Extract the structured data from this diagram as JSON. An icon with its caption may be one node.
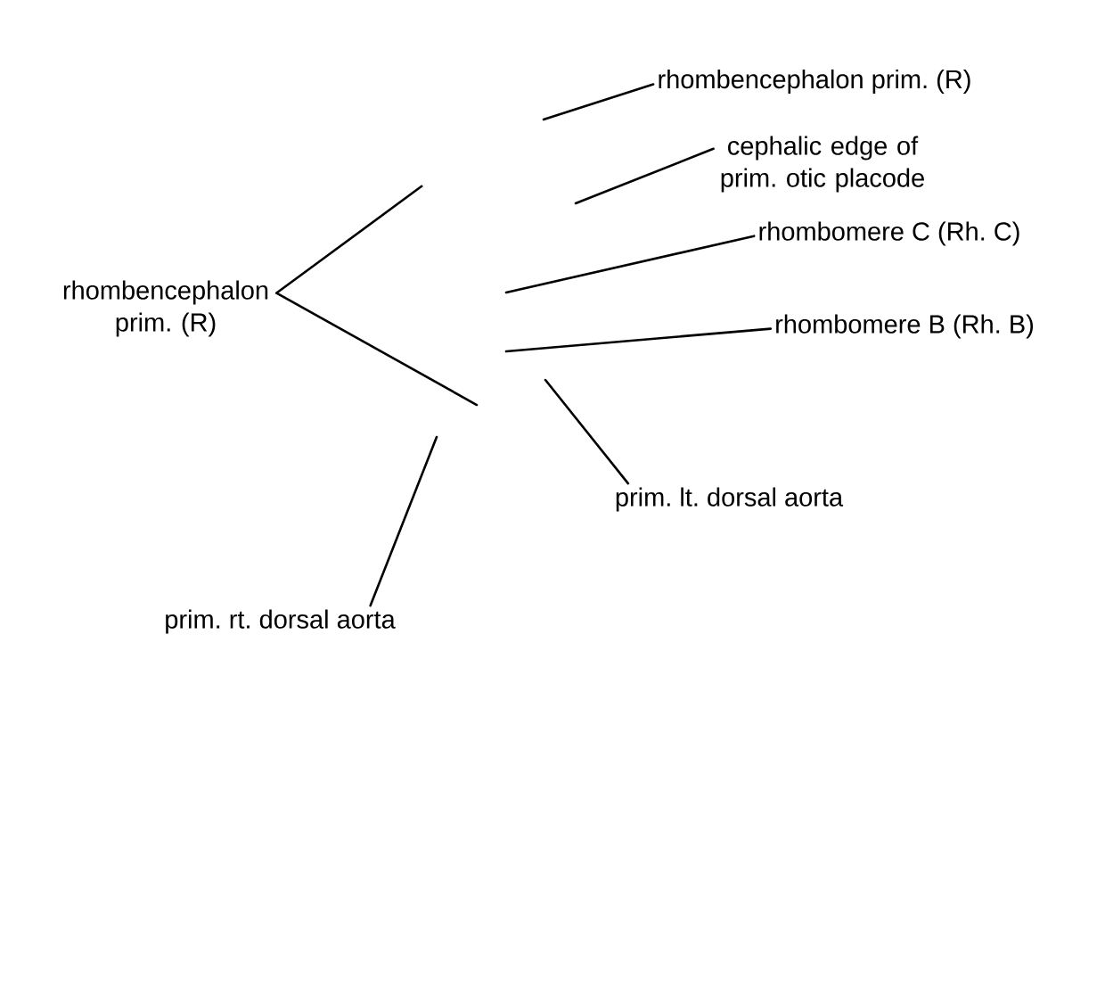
{
  "diagram": {
    "nodes": [
      {
        "text": [
          "rhombencephalon prim. (R)"
        ]
      },
      {
        "text": [
          "cephalic edge of prim. otic placode"
        ]
      },
      {
        "text": [
          "rhombomere C (Rh. C)"
        ]
      },
      {
        "text": [
          "rhombencephalon prim. (R)"
        ]
      },
      {
        "text": [
          "rhombomere B (Rh. B)"
        ]
      },
      {
        "text": [
          "prim. lt. dorsal aorta"
        ]
      },
      {
        "text": [
          "prim. rt. dorsal aorta"
        ]
      }
    ],
    "edges": [
      {
        "from": 0,
        "to": null,
        "arrow": "none"
      },
      {
        "from": 1,
        "to": null,
        "arrow": "none"
      },
      {
        "from": 2,
        "to": null,
        "arrow": "none"
      },
      {
        "from": 3,
        "to": null,
        "arrow": "none"
      },
      {
        "from": 3,
        "to": null,
        "arrow": "none"
      },
      {
        "from": 4,
        "to": null,
        "arrow": "none"
      },
      {
        "from": 5,
        "to": null,
        "arrow": "none"
      },
      {
        "from": 6,
        "to": null,
        "arrow": "none"
      }
    ]
  }
}
